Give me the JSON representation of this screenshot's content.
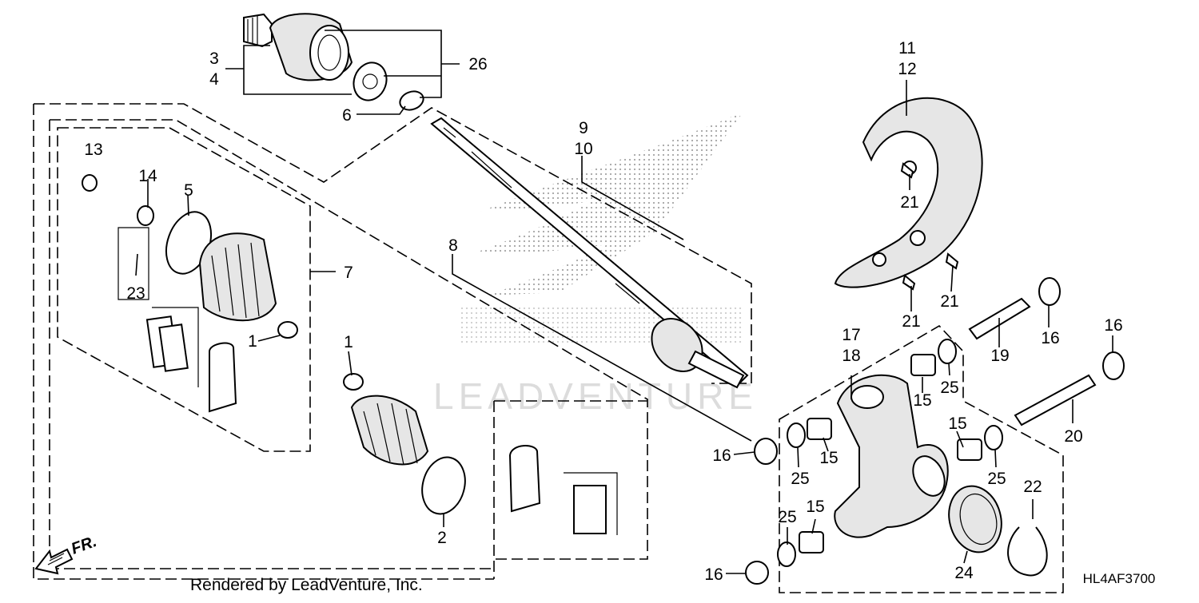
{
  "diagram": {
    "callouts": {
      "n1a": "1",
      "n1b": "1",
      "n2": "2",
      "n3": "3",
      "n4": "4",
      "n5": "5",
      "n6": "6",
      "n7": "7",
      "n8": "8",
      "n9": "9",
      "n10": "10",
      "n11": "11",
      "n12": "12",
      "n13": "13",
      "n14": "14",
      "n15a": "15",
      "n15b": "15",
      "n15c": "15",
      "n15d": "15",
      "n16a": "16",
      "n16b": "16",
      "n16c": "16",
      "n16d": "16",
      "n17": "17",
      "n18": "18",
      "n19": "19",
      "n20": "20",
      "n21a": "21",
      "n21b": "21",
      "n21c": "21",
      "n22": "22",
      "n23": "23",
      "n24": "24",
      "n25a": "25",
      "n25b": "25",
      "n25c": "25",
      "n25d": "25",
      "n26": "26"
    },
    "watermark": "LEADVENTURE",
    "direction_label": "FR.",
    "footer_credit": "Rendered by LeadVenture, Inc.",
    "diagram_code": "HL4AF3700"
  }
}
